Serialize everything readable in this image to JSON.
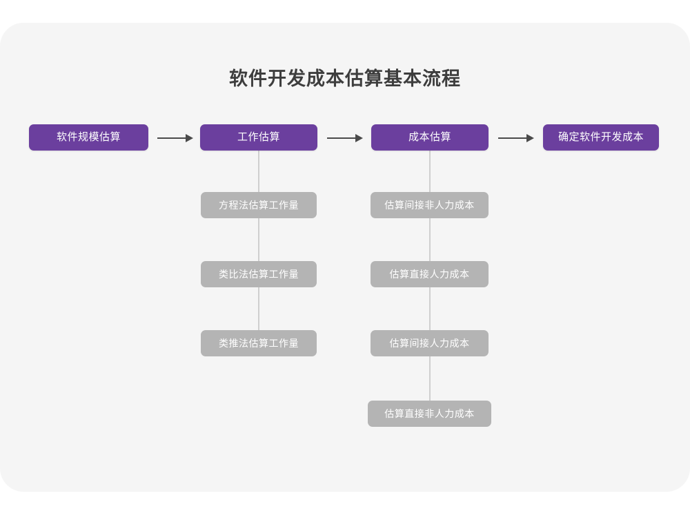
{
  "diagram": {
    "title": "软件开发成本估算基本流程",
    "colors": {
      "canvas": "#f5f5f5",
      "primary": "#6b3f9e",
      "secondary": "#b4b4b4",
      "title_text": "#3d3d3d",
      "node_text": "#ffffff",
      "arrow": "#4a4a4a",
      "connector": "#cfcfcf"
    },
    "main_flow": [
      {
        "label": "软件规模估算"
      },
      {
        "label": "工作估算"
      },
      {
        "label": "成本估算"
      },
      {
        "label": "确定软件开发成本"
      }
    ],
    "arrows": [
      {
        "glyph": "→"
      },
      {
        "glyph": "→"
      },
      {
        "glyph": "→"
      }
    ],
    "branches": [
      {
        "parent": "工作估算",
        "items": [
          {
            "label": "方程法估算工作量"
          },
          {
            "label": "类比法估算工作量"
          },
          {
            "label": "类推法估算工作量"
          }
        ]
      },
      {
        "parent": "成本估算",
        "items": [
          {
            "label": "估算间接非人力成本"
          },
          {
            "label": "估算直接人力成本"
          },
          {
            "label": "估算间接人力成本"
          },
          {
            "label": "估算直接非人力成本"
          }
        ]
      }
    ]
  }
}
